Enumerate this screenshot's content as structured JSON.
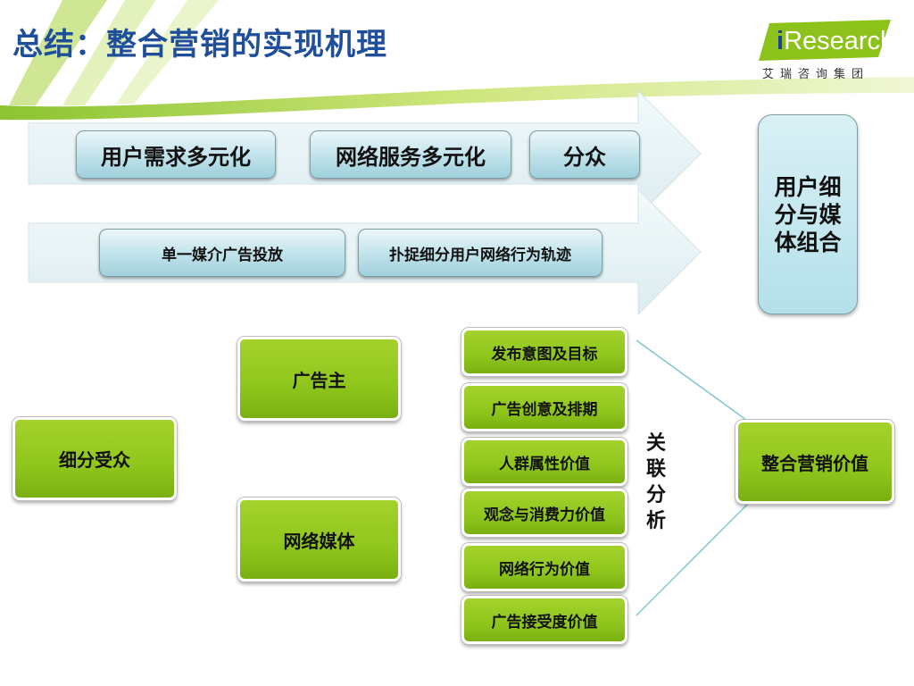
{
  "title": "总结：整合营销的实现机理",
  "logo": {
    "i": "i",
    "text": "Research",
    "subtitle": "艾瑞咨询集团"
  },
  "arrow1_items": [
    "用户需求多元化",
    "网络服务多元化",
    "分众"
  ],
  "arrow2_items": [
    "单一媒介广告投放",
    "扑捉细分用户网络行为轨迹"
  ],
  "result_box": "用户细分与媒体组合",
  "left_box": "细分受众",
  "middle_boxes": [
    "广告主",
    "网络媒体"
  ],
  "list_items": [
    "发布意图及目标",
    "广告创意及排期",
    "人群属性价值",
    "观念与消费力价值",
    "网络行为价值",
    "广告接受度价值"
  ],
  "relation_label": "关联分析",
  "right_box": "整合营销价值",
  "colors": {
    "title": "#1f4e9b",
    "green": "#8fc61c",
    "light_blue": "#bfe2ea",
    "connector": "#7fc4d0"
  }
}
